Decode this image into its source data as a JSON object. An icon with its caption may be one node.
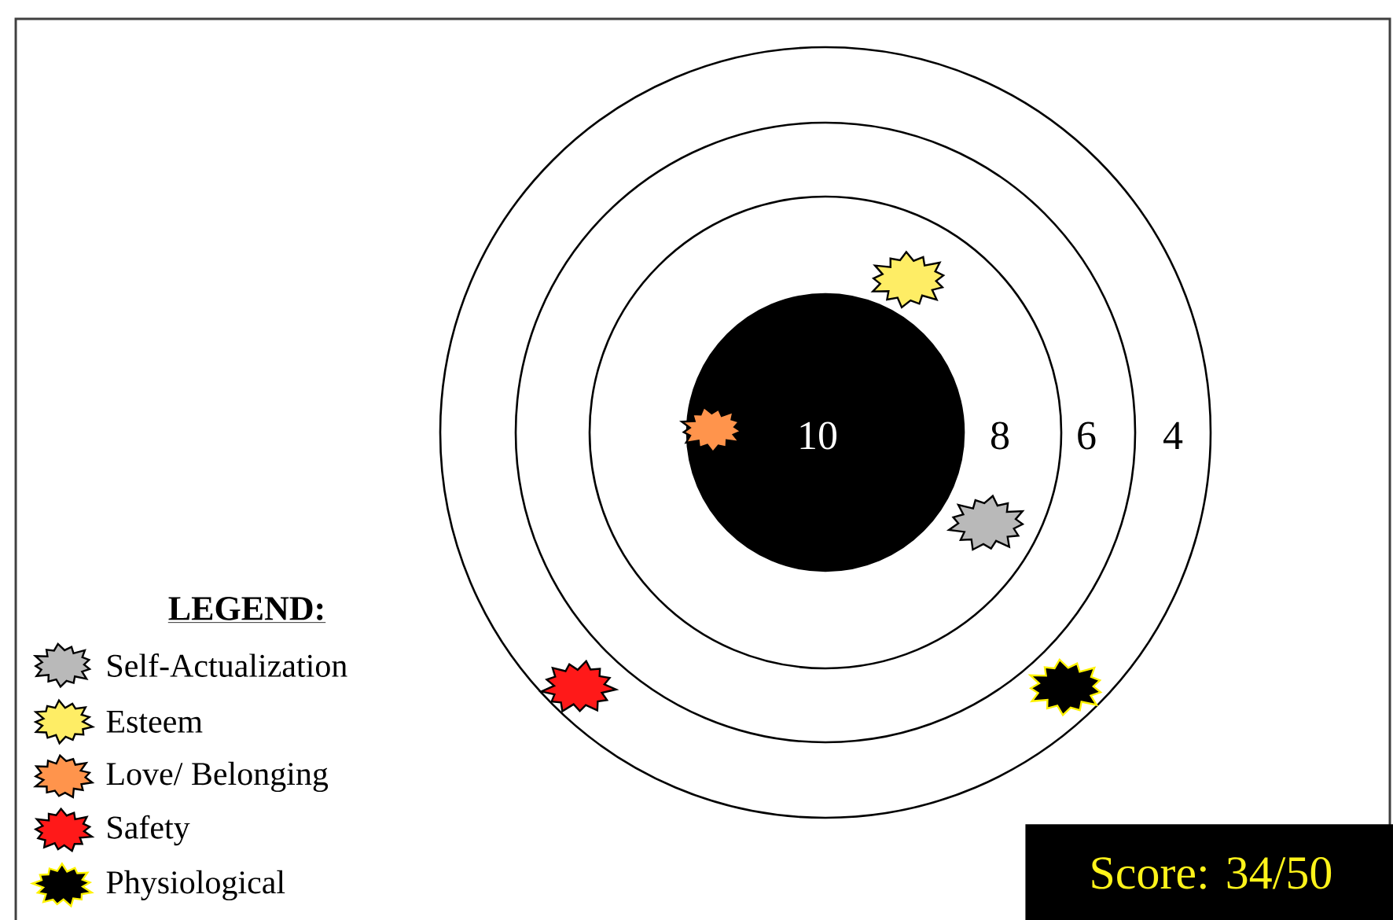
{
  "diagram": {
    "nodes": [
      {
        "text": [
          "4"
        ]
      },
      {
        "text": [
          "6"
        ],
        "in": 0
      },
      {
        "text": [
          "8"
        ],
        "in": 1
      },
      {
        "text": [
          "10"
        ],
        "in": 2
      },
      {
        "text": [
          "Score: 34/50"
        ]
      }
    ],
    "labels": [
      "LEGEND:"
    ],
    "legend": [
      {
        "text": "Self-Actualization"
      },
      {
        "text": "Esteem"
      },
      {
        "text": "Love/ Belonging"
      },
      {
        "text": "Safety"
      },
      {
        "text": "Physiological"
      }
    ]
  }
}
